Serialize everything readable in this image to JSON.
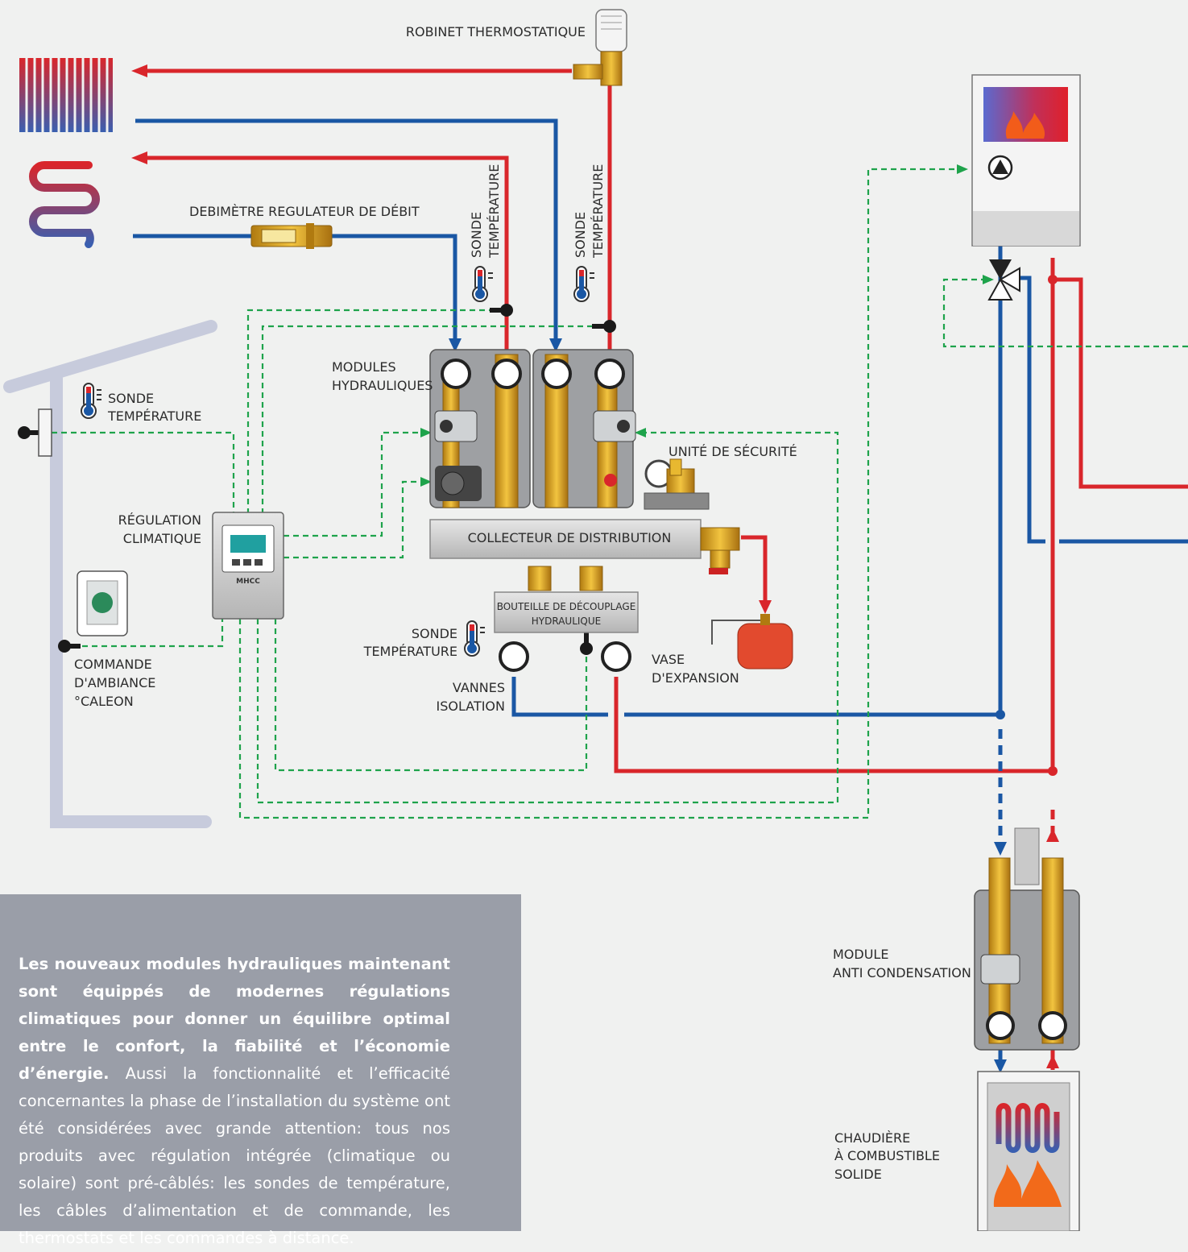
{
  "labels": {
    "robinet": "ROBINET THERMOSTATIQUE",
    "debimetre": "DEBIMÈTRE REGULATEUR DE DÉBIT",
    "sonde_1": "SONDE",
    "temperature_1": "TEMPÉRATURE",
    "sonde_2": "SONDE",
    "temperature_2": "TEMPÉRATURE",
    "sonde_3": "SONDE",
    "temperature_3": "TEMPÉRATURE",
    "sonde_4": "SONDE",
    "temperature_4": "TEMPÉRATURE",
    "modules_1": "MODULES",
    "modules_2": "HYDRAULIQUES",
    "unite_securite": "UNITÉ DE SÉCURITÉ",
    "regulation_1": "RÉGULATION",
    "regulation_2": "CLIMATIQUE",
    "mhcc": "MHCC",
    "collecteur": "COLLECTEUR DE DISTRIBUTION",
    "bouteille_1": "BOUTEILLE DE DÉCOUPLAGE",
    "bouteille_2": "HYDRAULIQUE",
    "commande_1": "COMMANDE",
    "commande_2": "D'AMBIANCE",
    "commande_3": "°CALEON",
    "vannes_1": "VANNES",
    "vannes_2": "ISOLATION",
    "vase_1": "VASE",
    "vase_2": "D'EXPANSION",
    "module_ac_1": "MODULE",
    "module_ac_2": "ANTI CONDENSATION",
    "chaudiere_1": "CHAUDIÈRE",
    "chaudiere_2": "À COMBUSTIBLE",
    "chaudiere_3": "SOLIDE"
  },
  "info": {
    "bold": "Les nouveaux modules hydrauliques maintenant sont équippés de modernes régulations climatiques pour donner un équilibre optimal entre le confort, la fiabilité et l’économie d’énergie.",
    "text": " Aussi la fonctionnalité et l’efficacité concernantes la phase de l’installation du système ont été considérées avec grande attention: tous nos produits avec régulation intégrée (climatique ou solaire) sont pré-câblés: les sondes de température, les câbles d’alimentation et de commande, les thermostats et les commandes à distance."
  },
  "colors": {
    "hot": "#d9262b",
    "cold": "#1a57a4",
    "signal": "#1ea34b",
    "panel": "#9a9ea8",
    "background": "#f0f1f0"
  }
}
